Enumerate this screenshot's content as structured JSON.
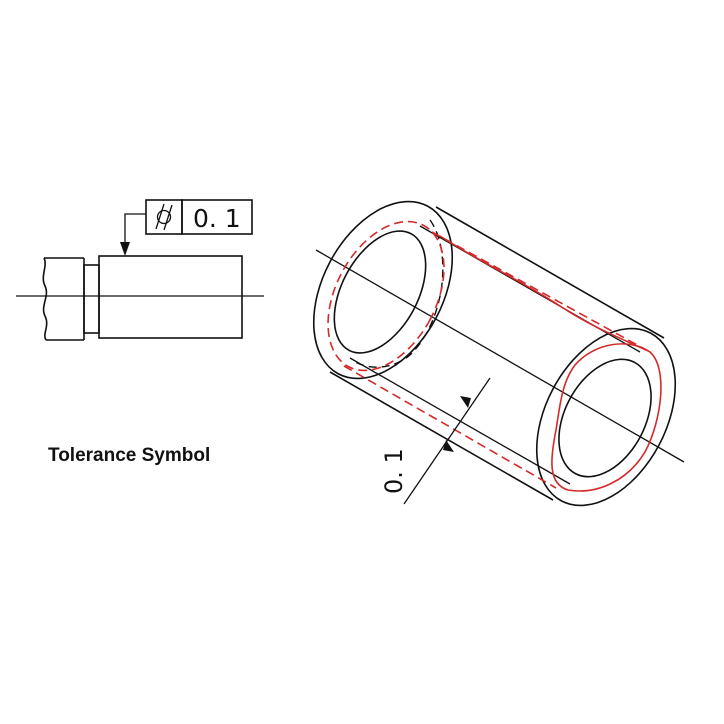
{
  "feature_control_frame": {
    "symbol": "cylindricity-symbol",
    "tolerance_value": "0. 1"
  },
  "caption": "Tolerance Symbol",
  "tolerance_zone": {
    "dimension_label": "0. 1"
  },
  "colors": {
    "line": "#111111",
    "tolerance_zone": "#d42a2a",
    "background": "#ffffff"
  }
}
